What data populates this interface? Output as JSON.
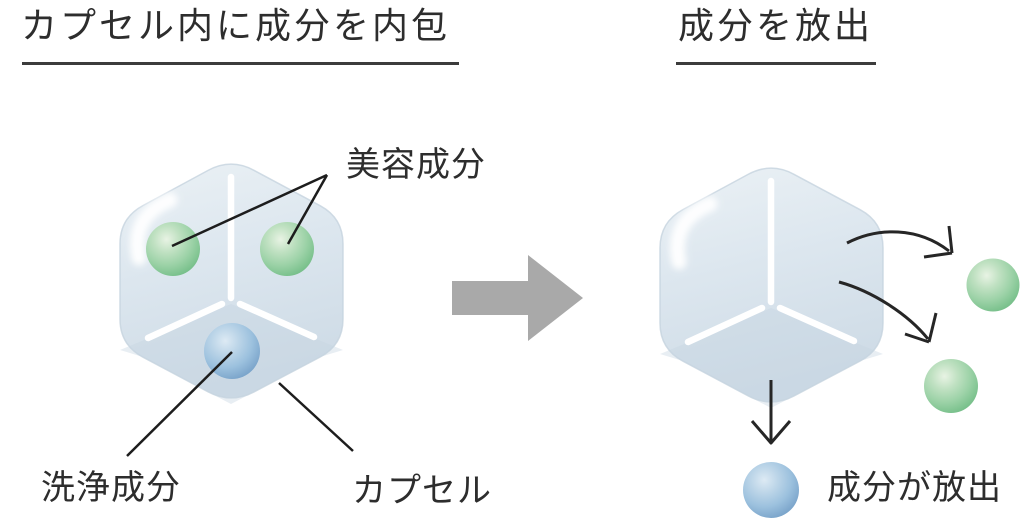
{
  "left_section": {
    "title": "カプセル内に成分を内包",
    "labels": {
      "beauty_ingredient": "美容成分",
      "cleansing_ingredient": "洗浄成分",
      "capsule": "カプセル"
    },
    "contents": {
      "green_spheres_inside": 2,
      "blue_spheres_inside": 1
    }
  },
  "right_section": {
    "title": "成分を放出",
    "labels": {
      "released": "成分が放出"
    },
    "contents": {
      "green_spheres_released": 2,
      "blue_spheres_released": 1
    }
  },
  "icons": {
    "transition_arrow": "thick-right-arrow",
    "release_arrow_top": "curved-arrow-down-right",
    "release_arrow_middle": "curved-arrow-down",
    "release_arrow_bottom": "straight-arrow-down"
  },
  "colors": {
    "background": "#ffffff",
    "capsule_fill": "#dde7ef",
    "capsule_fill_dark": "#cedbe6",
    "green_sphere": "#9cd2a7",
    "blue_sphere": "#9cc1de",
    "transition_arrow_gray": "#a9a9a9",
    "line_black": "#222222",
    "text": "#2d2d2d"
  }
}
